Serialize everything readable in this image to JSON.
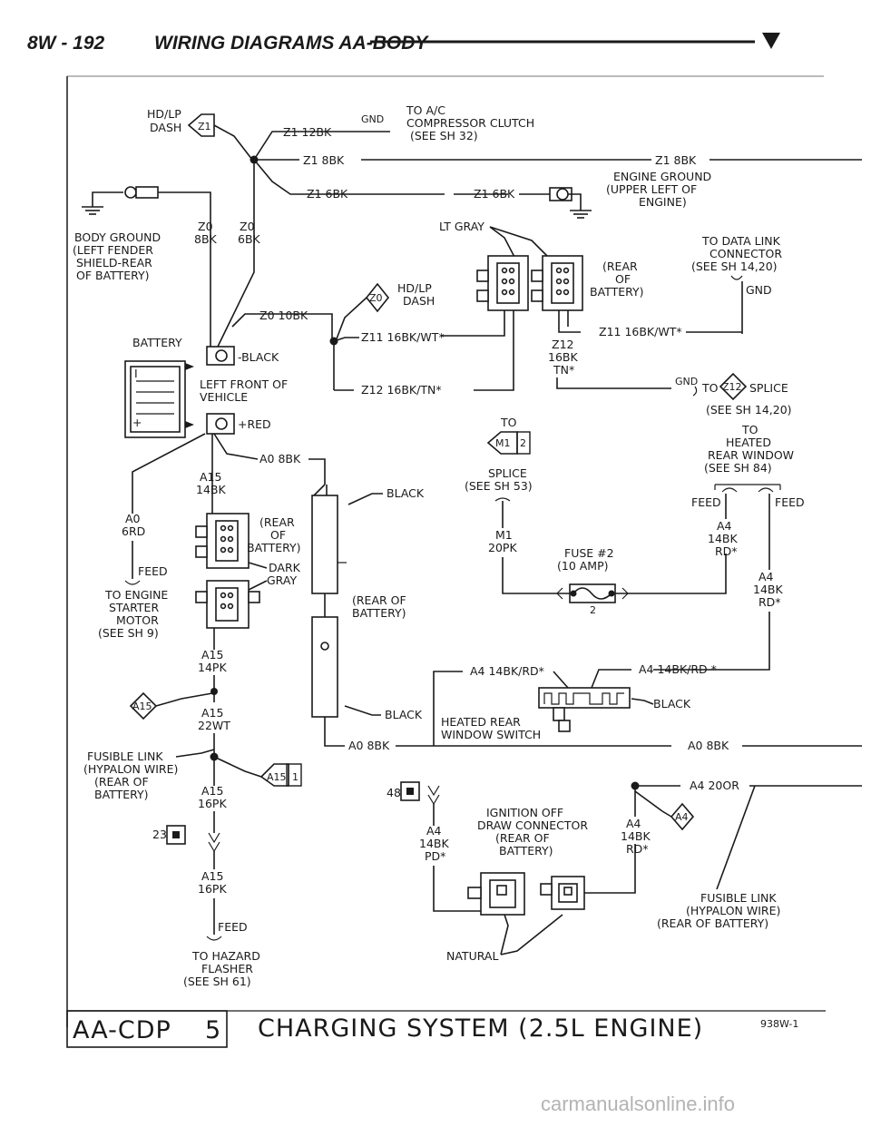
{
  "header": {
    "page": "8W - 192",
    "title": "WIRING DIAGRAMS AA-BODY"
  },
  "footer": {
    "code": "AA-CDP",
    "number": "5",
    "caption": "CHARGING SYSTEM (2.5L ENGINE)",
    "fig": "938W-1"
  },
  "watermark": "carmanualsonline.info",
  "labels": {
    "hdlp": "HD/LP",
    "dash": "DASH",
    "z1": "Z1",
    "z1_12bk_gnd": "Z1 12BK",
    "gnd": "GND",
    "to_ac": "TO A/C",
    "compressor_clutch": "COMPRESSOR CLUTCH",
    "see_sh32": "(SEE SH 32)",
    "z1_8bk": "Z1 8BK",
    "z1_8bk_right": "Z1 8BK",
    "engine_ground": "ENGINE GROUND",
    "upper_left_of": "(UPPER LEFT OF",
    "engine": "ENGINE)",
    "z1_6bk": "Z1 6BK",
    "z1_6bk_right": "Z1 6BK",
    "body_ground": "BODY GROUND",
    "left_fender": "(LEFT FENDER",
    "shield_rear": "SHIELD-REAR",
    "of_battery": "OF BATTERY)",
    "z0_8bk_a": "Z0",
    "z0_8bk_b": "8BK",
    "z0_6bk_a": "Z0",
    "z0_6bk_b": "6BK",
    "lt_gray": "LT GRAY",
    "to_data_link": "TO DATA LINK",
    "connector": "CONNECTOR",
    "see_sh1420": "(SEE SH 14,20)",
    "rear_of_battery_1": "(REAR",
    "rear_of_battery_2": "OF",
    "rear_of_battery_3": "BATTERY)",
    "gnd2": "GND",
    "hdlp2": "HD/LP",
    "dash2": "DASH",
    "z0": "Z0",
    "z0_10bk": "Z0 10BK",
    "battery": "BATTERY",
    "neg_black": "-BLACK",
    "z11_16bkwt": "Z11 16BK/WT*",
    "z11_16bkwt_right": "Z11 16BK/WT*",
    "z12": "Z12",
    "z12_16bk": "16BK",
    "z12_tn": "TN*",
    "left_front_of": "LEFT FRONT OF",
    "vehicle": "VEHICLE",
    "z12_16bktn": "Z12 16BK/TN*",
    "gnd3": "GND",
    "to_z12_splice_to": "TO",
    "z12_diamond": "Z12",
    "splice": "SPLICE",
    "see_sh1420b": "(SEE SH 14,20)",
    "pos_red": "+RED",
    "to_m1": "TO",
    "m1_flag": "M1",
    "m1_num": "2",
    "to_heated": "TO",
    "heated": "HEATED",
    "rear_window": "REAR WINDOW",
    "see_sh84": "(SEE SH 84)",
    "a0_8bk": "A0 8BK",
    "a15": "A15",
    "a15_14bk": "14BK",
    "black1": "BLACK",
    "splice_m1": "SPLICE",
    "see_sh53": "(SEE SH 53)",
    "feed_left": "FEED",
    "feed_right": "FEED",
    "a0": "A0",
    "a0_6rd": "6RD",
    "rear_of_batt_b1": "(REAR",
    "rear_of_batt_b2": "OF",
    "rear_of_batt_b3": "BATTERY)",
    "m1": "M1",
    "m1_20pk": "20PK",
    "a4": "A4",
    "a4_14bk": "14BK",
    "a4_rd": "RD*",
    "dark": "DARK",
    "gray": "GRAY",
    "fuse2": "FUSE #2",
    "fuse_amp": "(10 AMP)",
    "fuse_num": "2",
    "feed": "FEED",
    "to_engine": "TO ENGINE",
    "starter": "STARTER",
    "motor": "MOTOR",
    "see_sh9": "(SEE SH 9)",
    "rear_of_batt_c1": "(REAR OF",
    "rear_of_batt_c2": "BATTERY)",
    "a4_b": "A4",
    "a4_14bk_b": "14BK",
    "a4_rd_b": "RD*",
    "a15_b": "A15",
    "a15_14pk": "14PK",
    "a4_14bkrd": "A4 14BK/RD*",
    "a4_14bkrd_right": "A4 14BK/RD *",
    "a15_diamond": "A15",
    "black_switch": "BLACK",
    "a15_c": "A15",
    "a15_22wt": "22WT",
    "black2": "BLACK",
    "heated_rear": "HEATED REAR",
    "window_switch": "WINDOW SWITCH",
    "a0_8bk_b": "A0 8BK",
    "a0_8bk_right": "A0 8BK",
    "fusible_link": "FUSIBLE LINK",
    "hypalon_wire": "(HYPALON WIRE)",
    "rear_of": "(REAR OF",
    "battery_b": "BATTERY)",
    "a15_1_flag": "A15",
    "a15_1_num": "1",
    "conn48": "48",
    "a4_20or": "A4 20OR",
    "a15_d": "A15",
    "a15_16pk": "16PK",
    "ignition_off": "IGNITION OFF",
    "draw_connector": "DRAW CONNECTOR",
    "rear_of_d": "(REAR OF",
    "battery_d": "BATTERY)",
    "a4_c": "A4",
    "a4_14bk_c": "14BK",
    "a4_pd": "PD*",
    "a4_d": "A4",
    "a4_14bk_d": "14BK",
    "a4_rd_d": "RD*",
    "a4_diamond": "A4",
    "conn23": "23",
    "a15_e": "A15",
    "a15_16pk_b": "16PK",
    "fusible_link_b": "FUSIBLE LINK",
    "hypalon_wire_b": "(HYPALON WIRE)",
    "rear_of_battery_e": "(REAR OF BATTERY)",
    "feed_b": "FEED",
    "natural": "NATURAL",
    "to_hazard": "TO HAZARD",
    "flasher": "FLASHER",
    "see_sh61": "(SEE SH 61)"
  }
}
